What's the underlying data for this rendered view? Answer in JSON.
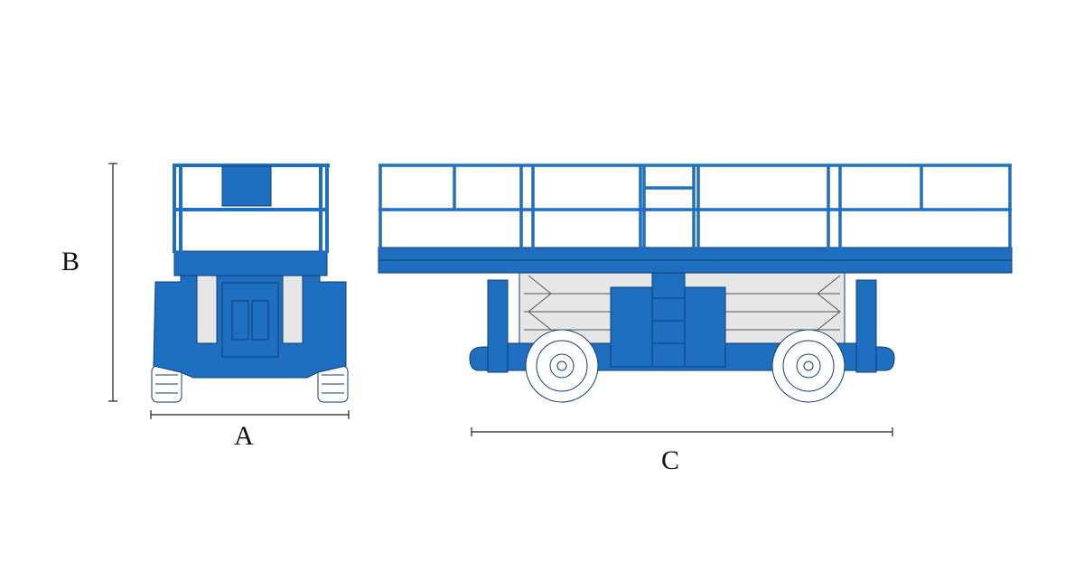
{
  "dimensions": {
    "a_label": "A",
    "b_label": "B",
    "c_label": "C"
  },
  "colors": {
    "machine_blue": "#1f6fc0",
    "outline": "#0d3e7a",
    "scissor_grey": "#e6e6e6",
    "line": "#222222"
  }
}
